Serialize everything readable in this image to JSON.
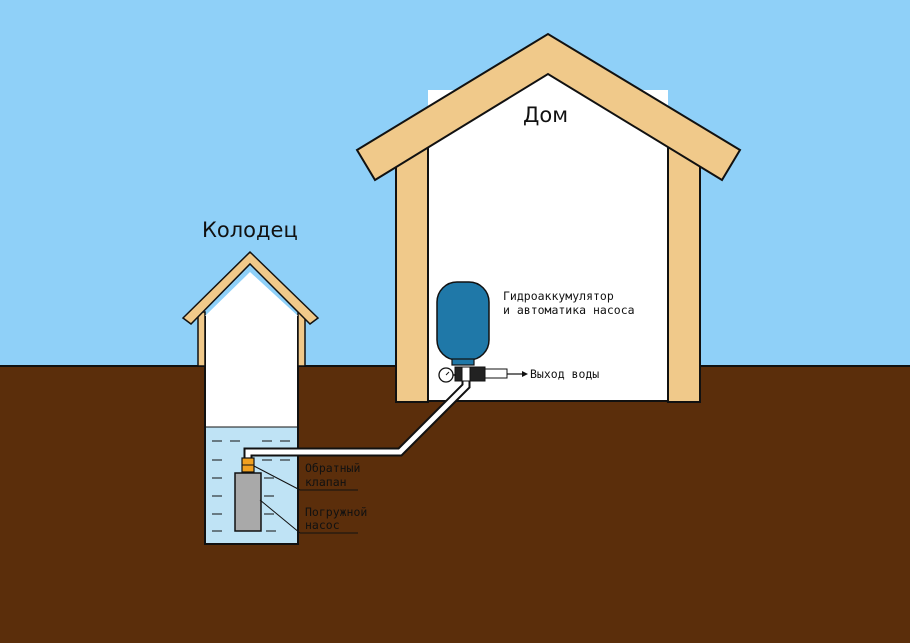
{
  "labels": {
    "house": "Дом",
    "well": "Колодец",
    "accumulator_line1": "Гидроаккумулятор",
    "accumulator_line2": "и автоматика насоса",
    "water_outlet": "Выход воды",
    "check_valve_line1": "Обратный",
    "check_valve_line2": "клапан",
    "pump_line1": "Погружной",
    "pump_line2": "насос"
  },
  "colors": {
    "sky": "#8fd0f8",
    "ground": "#5b2e0b",
    "wall_white": "#ffffff",
    "wood": "#f0c98a",
    "water": "#bfe3f5",
    "tank": "#1f78a8",
    "pump": "#a9a9a9",
    "valve": "#f0a020",
    "outline": "#111111"
  }
}
